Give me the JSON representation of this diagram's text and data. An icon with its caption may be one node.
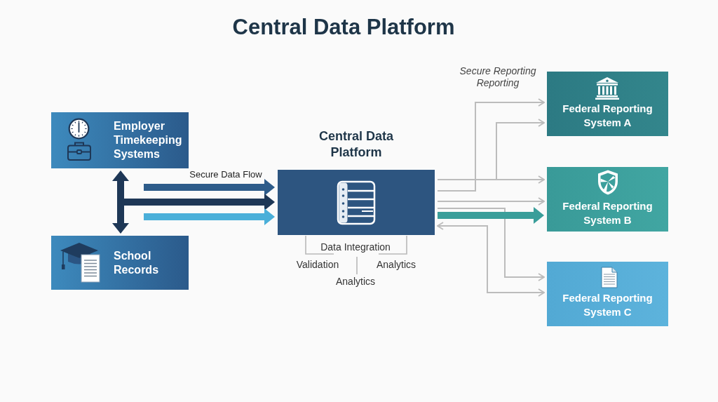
{
  "diagram": {
    "title": "Central Data Platform",
    "nodes": [
      {
        "text": [
          "Employer Timekeeping Systems"
        ]
      },
      {
        "text": [
          "School Records"
        ]
      },
      {
        "text": [
          "Central Data Platform"
        ]
      },
      {
        "text": [
          "Federal Reporting System A"
        ]
      },
      {
        "text": [
          "Federal Reporting System B"
        ]
      },
      {
        "text": [
          "Federal Reporting System C"
        ]
      }
    ],
    "edges": [
      {
        "from": 0,
        "to": 1,
        "arrow": "both",
        "style": "thick",
        "color": "#1e3756"
      },
      {
        "from": null,
        "to": 2,
        "arrow": "to",
        "label": "Secure Data Flow",
        "style": "thick",
        "color": "#2e5c8a"
      },
      {
        "from": null,
        "to": 2,
        "arrow": "to",
        "style": "thick",
        "color": "#1e3756"
      },
      {
        "from": null,
        "to": 2,
        "arrow": "to",
        "style": "thick",
        "color": "#4aafd9"
      },
      {
        "from": 2,
        "to": 3,
        "arrow": "to"
      },
      {
        "from": 2,
        "to": 3,
        "arrow": "to"
      },
      {
        "from": 2,
        "to": 4,
        "arrow": "to"
      },
      {
        "from": 2,
        "to": 4,
        "arrow": "to"
      },
      {
        "from": 2,
        "to": 5,
        "arrow": "to"
      },
      {
        "from": 2,
        "to": 4,
        "arrow": "to",
        "style": "thick",
        "color": "#3a9e9a"
      },
      {
        "from": 2,
        "to": 5,
        "arrow": "both"
      }
    ],
    "labels": [
      "Secure Reporting Reporting",
      "Data Integration",
      "Validation",
      "Analytics",
      "Analytics"
    ]
  }
}
